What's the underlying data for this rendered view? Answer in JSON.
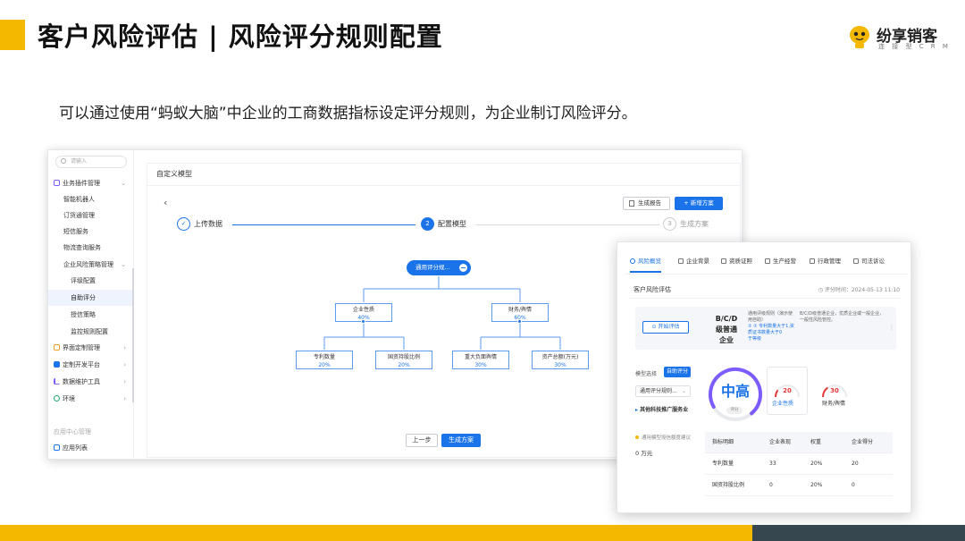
{
  "header": {
    "title": "客户风险评估 | 风险评分规则配置",
    "logo_main": "纷享销客",
    "logo_sub": "连 接 型 C R M",
    "subtitle": "可以通过使用“蚂蚁大脑”中企业的工商数据指标设定评分规则，为企业制订风险评分。"
  },
  "colors": {
    "accent_yellow": "#F5B800",
    "primary_blue": "#1a73e8",
    "footer_dark": "#37474F",
    "risk_red": "#e53935"
  },
  "sidebar": {
    "search_placeholder": "请输入",
    "items": [
      {
        "label": "业务插件管理",
        "level": 1
      },
      {
        "label": "智能机器人",
        "level": 2
      },
      {
        "label": "订货通管理",
        "level": 2
      },
      {
        "label": "短信服务",
        "level": 2
      },
      {
        "label": "物流查询服务",
        "level": 2
      },
      {
        "label": "企业风险策略管理",
        "level": 2
      },
      {
        "label": "评级配置",
        "level": 3
      },
      {
        "label": "自助评分",
        "level": 3
      },
      {
        "label": "授信策略",
        "level": 3
      },
      {
        "label": "监控规则配置",
        "level": 3
      },
      {
        "label": "界面定制管理",
        "level": 1
      },
      {
        "label": "定制开发平台",
        "level": 1
      },
      {
        "label": "数据维护工具",
        "level": 1
      },
      {
        "label": "环境",
        "level": 1
      },
      {
        "label": "应用中心管理",
        "level": 0
      },
      {
        "label": "应用列表",
        "level": 1
      }
    ]
  },
  "main": {
    "page_title": "自定义模型",
    "back_icon": "chevron-left-icon",
    "report_button": "生成报告",
    "new_plan_button": "+ 新增方案",
    "steps": [
      {
        "num": "✓",
        "label": "上传数据"
      },
      {
        "num": "2",
        "label": "配置模型"
      },
      {
        "num": "3",
        "label": "生成方案"
      }
    ],
    "tree": {
      "root": "通用评分规...",
      "children": [
        {
          "label": "企业性质",
          "pct": "40%"
        },
        {
          "label": "财务/舆情",
          "pct": "60%"
        }
      ],
      "leaves": [
        {
          "label": "专利数量",
          "pct": "20%"
        },
        {
          "label": "国资持股比例",
          "pct": "20%"
        },
        {
          "label": "重大负面舆情",
          "pct": "30%"
        },
        {
          "label": "资产总额(万元)",
          "pct": "30%"
        }
      ]
    },
    "prev_button": "上一步",
    "generate_button": "生成方案"
  },
  "risk_panel": {
    "tabs": [
      "风险概览",
      "企业背景",
      "资质证照",
      "生产经营",
      "行政管理",
      "司法诉讼"
    ],
    "title": "客户风险评估",
    "eval_time": "评分时间：2024-05-13 11:10",
    "start_button": "开始评估",
    "grade_line1": "B/C/D",
    "grade_line2": "级普通",
    "grade_line3": "企业",
    "rule_text": "通用评级规则（演示使用自助）",
    "rule_link1": "① ① 专利数量大于1,资质证书数量大于0",
    "rule_link2": "于等级",
    "desc_text": "B/C/D级普通企业，优质企业或一般企业，一般性风险管控。",
    "more": "⋮",
    "model_select_label": "模型选择",
    "model_badge": "自助评分",
    "model_select_value": "通用评分规则...",
    "service_text": "其他科技推广服务业",
    "suggestion_text": "通用模型授信额度建议",
    "amount": "0 万元",
    "gauge_main": "中高",
    "gauge_caption": "评分",
    "gauge_level": 0.72,
    "mini_gauges": [
      {
        "value": "20",
        "label": "企业性质",
        "highlight": true,
        "level": 0.2
      },
      {
        "value": "30",
        "label": "财务/舆情",
        "highlight": false,
        "level": 0.3
      }
    ],
    "table": {
      "headers": [
        "指标明细",
        "企业表现",
        "权重",
        "企业得分"
      ],
      "rows": [
        [
          "专利数量",
          "33",
          "20%",
          "20"
        ],
        [
          "国资持股比例",
          "0",
          "20%",
          "0"
        ]
      ]
    }
  }
}
